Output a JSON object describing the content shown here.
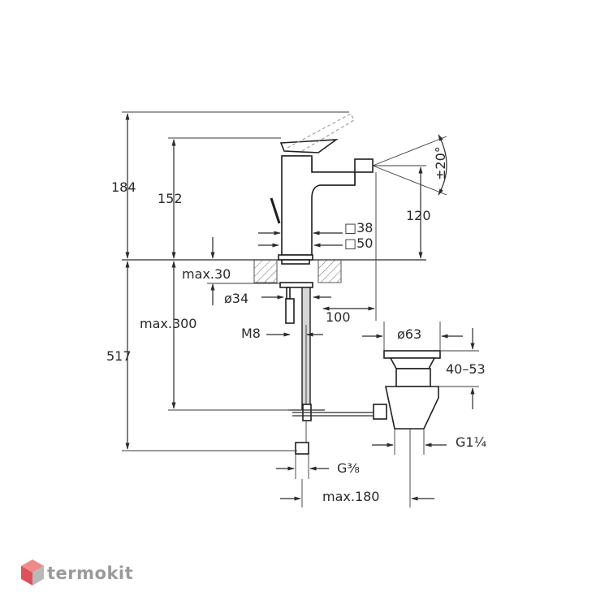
{
  "dimensions": {
    "d184": "184",
    "d152": "152",
    "d120": "120",
    "angle": "±20°",
    "sq38": "□38",
    "sq50": "□50",
    "max30": "max.30",
    "dia34": "ø34",
    "max300": "max.300",
    "d100": "100",
    "m8": "M8",
    "dia63": "ø63",
    "d517": "517",
    "range40_53": "40–53",
    "g1q": "G1¼",
    "g38": "G⅜",
    "max180": "max.180"
  },
  "brand": {
    "name": "termokit",
    "colors": {
      "top": "#f08a8a",
      "left": "#e0505a",
      "right": "#b9b9b9"
    }
  }
}
